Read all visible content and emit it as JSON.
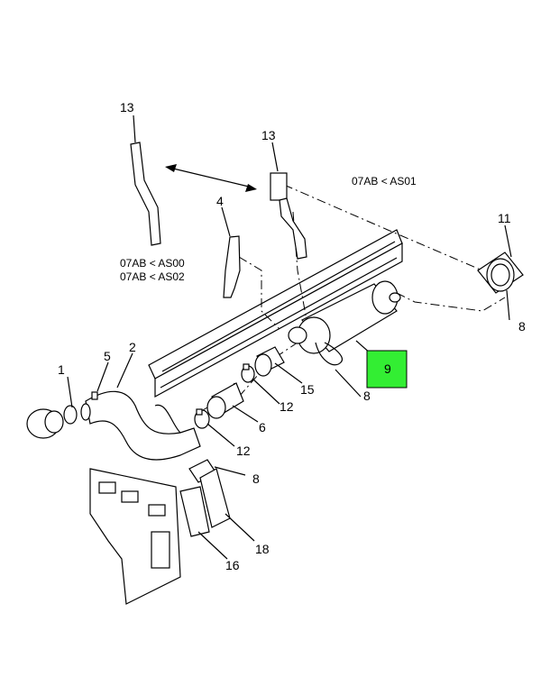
{
  "callouts": {
    "c13a": "13",
    "c13b": "13",
    "c4": "4",
    "c11": "11",
    "c8a": "8",
    "c9": "9",
    "c8b": "8",
    "c15": "15",
    "c12a": "12",
    "c6": "6",
    "c12b": "12",
    "c8c": "8",
    "c1": "1",
    "c5": "5",
    "c2": "2",
    "c18": "18",
    "c16": "16"
  },
  "notes": {
    "as01": "07AB < AS01",
    "as00": "07AB < AS00",
    "as02": "07AB < AS02"
  },
  "colors": {
    "highlight": "#33ee33"
  }
}
